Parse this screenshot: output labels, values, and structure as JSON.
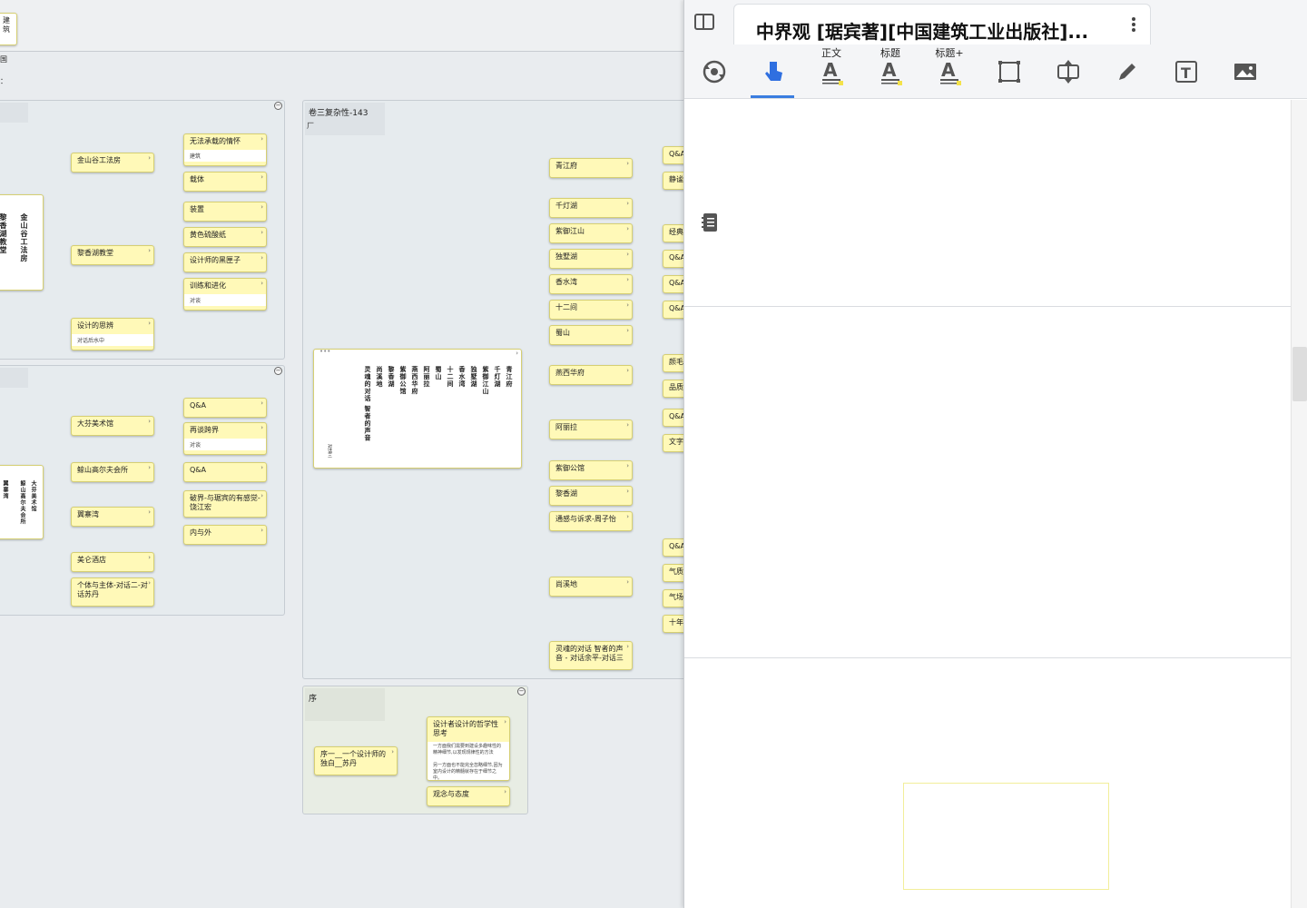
{
  "canvas": {
    "top_stub_label": "建筑",
    "left_stub_labels": [
      "国",
      "："
    ],
    "group_a": {
      "node_vertical": [
        "金山谷工法房",
        "黎香湖教堂"
      ],
      "branches": [
        {
          "label": "金山谷工法房",
          "children": [
            {
              "label": "无法承载的情怀",
              "sub": "建筑"
            },
            {
              "label": "载体",
              "sub": ""
            }
          ]
        },
        {
          "label": "黎香湖教堂",
          "children": [
            {
              "label": "装置",
              "sub": ""
            },
            {
              "label": "黄色硫酸纸",
              "sub": ""
            },
            {
              "label": "设计师的黑匣子",
              "sub": ""
            },
            {
              "label": "训练和进化",
              "sub": "对谈"
            }
          ]
        },
        {
          "label": "设计的思辨",
          "sub": "对话后水中"
        }
      ]
    },
    "group_b": {
      "node_vertical": [
        "大芬美术馆",
        "鲸山高尔夫会所",
        "翼寨湾"
      ],
      "branches": [
        {
          "label": "大芬美术馆",
          "children": [
            {
              "label": "Q&A",
              "sub": ""
            },
            {
              "label": "再谈跨界",
              "sub": "对谈"
            }
          ]
        },
        {
          "label": "鲸山高尔夫会所",
          "children": [
            {
              "label": "Q&A",
              "sub": ""
            }
          ]
        },
        {
          "label": "翼寨湾",
          "children": [
            {
              "label": "破界-与琚宾的有感觉-饶江宏",
              "sub": ""
            },
            {
              "label": "内与外",
              "sub": ""
            }
          ]
        },
        {
          "label": "美仑酒店",
          "sub": ""
        },
        {
          "label": "个体与主体-对话二-对话苏丹",
          "sub": ""
        }
      ]
    },
    "group_c": {
      "title": "卷三复杂性-143",
      "tag": "厂",
      "center_vertical": [
        "青江府",
        "千灯湖",
        "紫御江山",
        "独墅湖",
        "香水湾",
        "十二间",
        "蜀山",
        "阿丽拉",
        "燕西华府",
        "紫御公馆",
        "黎香湖",
        "尚溪地",
        "灵魂的对话 智者的声音"
      ],
      "center_footer": "对话三",
      "branches": [
        {
          "label": "青江府",
          "children": [
            "Q&A",
            "静谧的"
          ]
        },
        {
          "label": "千灯湖",
          "children": []
        },
        {
          "label": "紫御江山",
          "children": [
            "经典"
          ]
        },
        {
          "label": "独墅湖",
          "children": [
            "Q&A"
          ]
        },
        {
          "label": "香水湾",
          "children": [
            "Q&A"
          ]
        },
        {
          "label": "十二间",
          "children": [
            "Q&A"
          ]
        },
        {
          "label": "蜀山",
          "children": []
        },
        {
          "label": "燕西华府",
          "children": [
            "颜毛为",
            "品质"
          ]
        },
        {
          "label": "阿丽拉",
          "children": [
            "Q&A",
            "文字"
          ]
        },
        {
          "label": "紫御公馆",
          "children": []
        },
        {
          "label": "黎香湖",
          "children": []
        },
        {
          "label": "通感与诉求-周子怡",
          "children": []
        },
        {
          "label": "尚溪地",
          "children": [
            "Q&A",
            "气质和",
            "气场",
            "十年"
          ]
        },
        {
          "label": "灵魂的对话 智者的声音 - 对话余平-对话三",
          "children": []
        }
      ]
    },
    "group_d": {
      "title": "序",
      "root": "序一__一个设计师的独白__苏丹",
      "children": [
        {
          "label": "设计者设计的哲学性思考",
          "body1": "一方面我们需要到建设多趣味性的精神细节,以发现规律性的方法",
          "body2": "另一方面也不能完全忽略细节,因为室内设计的精髓就存在于细节之中。"
        },
        {
          "label": "观念与态度",
          "body1": "",
          "body2": ""
        }
      ]
    }
  },
  "panel": {
    "title": "中界观 [琚宾著][中国建筑工业出版社]...",
    "toolbar": [
      {
        "name": "sync",
        "label": ""
      },
      {
        "name": "pointer",
        "label": "",
        "active": true
      },
      {
        "name": "text-body",
        "label": "正文"
      },
      {
        "name": "text-heading",
        "label": "标题"
      },
      {
        "name": "text-heading-plus",
        "label": "标题+"
      },
      {
        "name": "crop",
        "label": ""
      },
      {
        "name": "expand",
        "label": ""
      },
      {
        "name": "pen",
        "label": ""
      },
      {
        "name": "text-box",
        "label": ""
      },
      {
        "name": "image",
        "label": ""
      }
    ],
    "accent": "#3a7de0"
  }
}
